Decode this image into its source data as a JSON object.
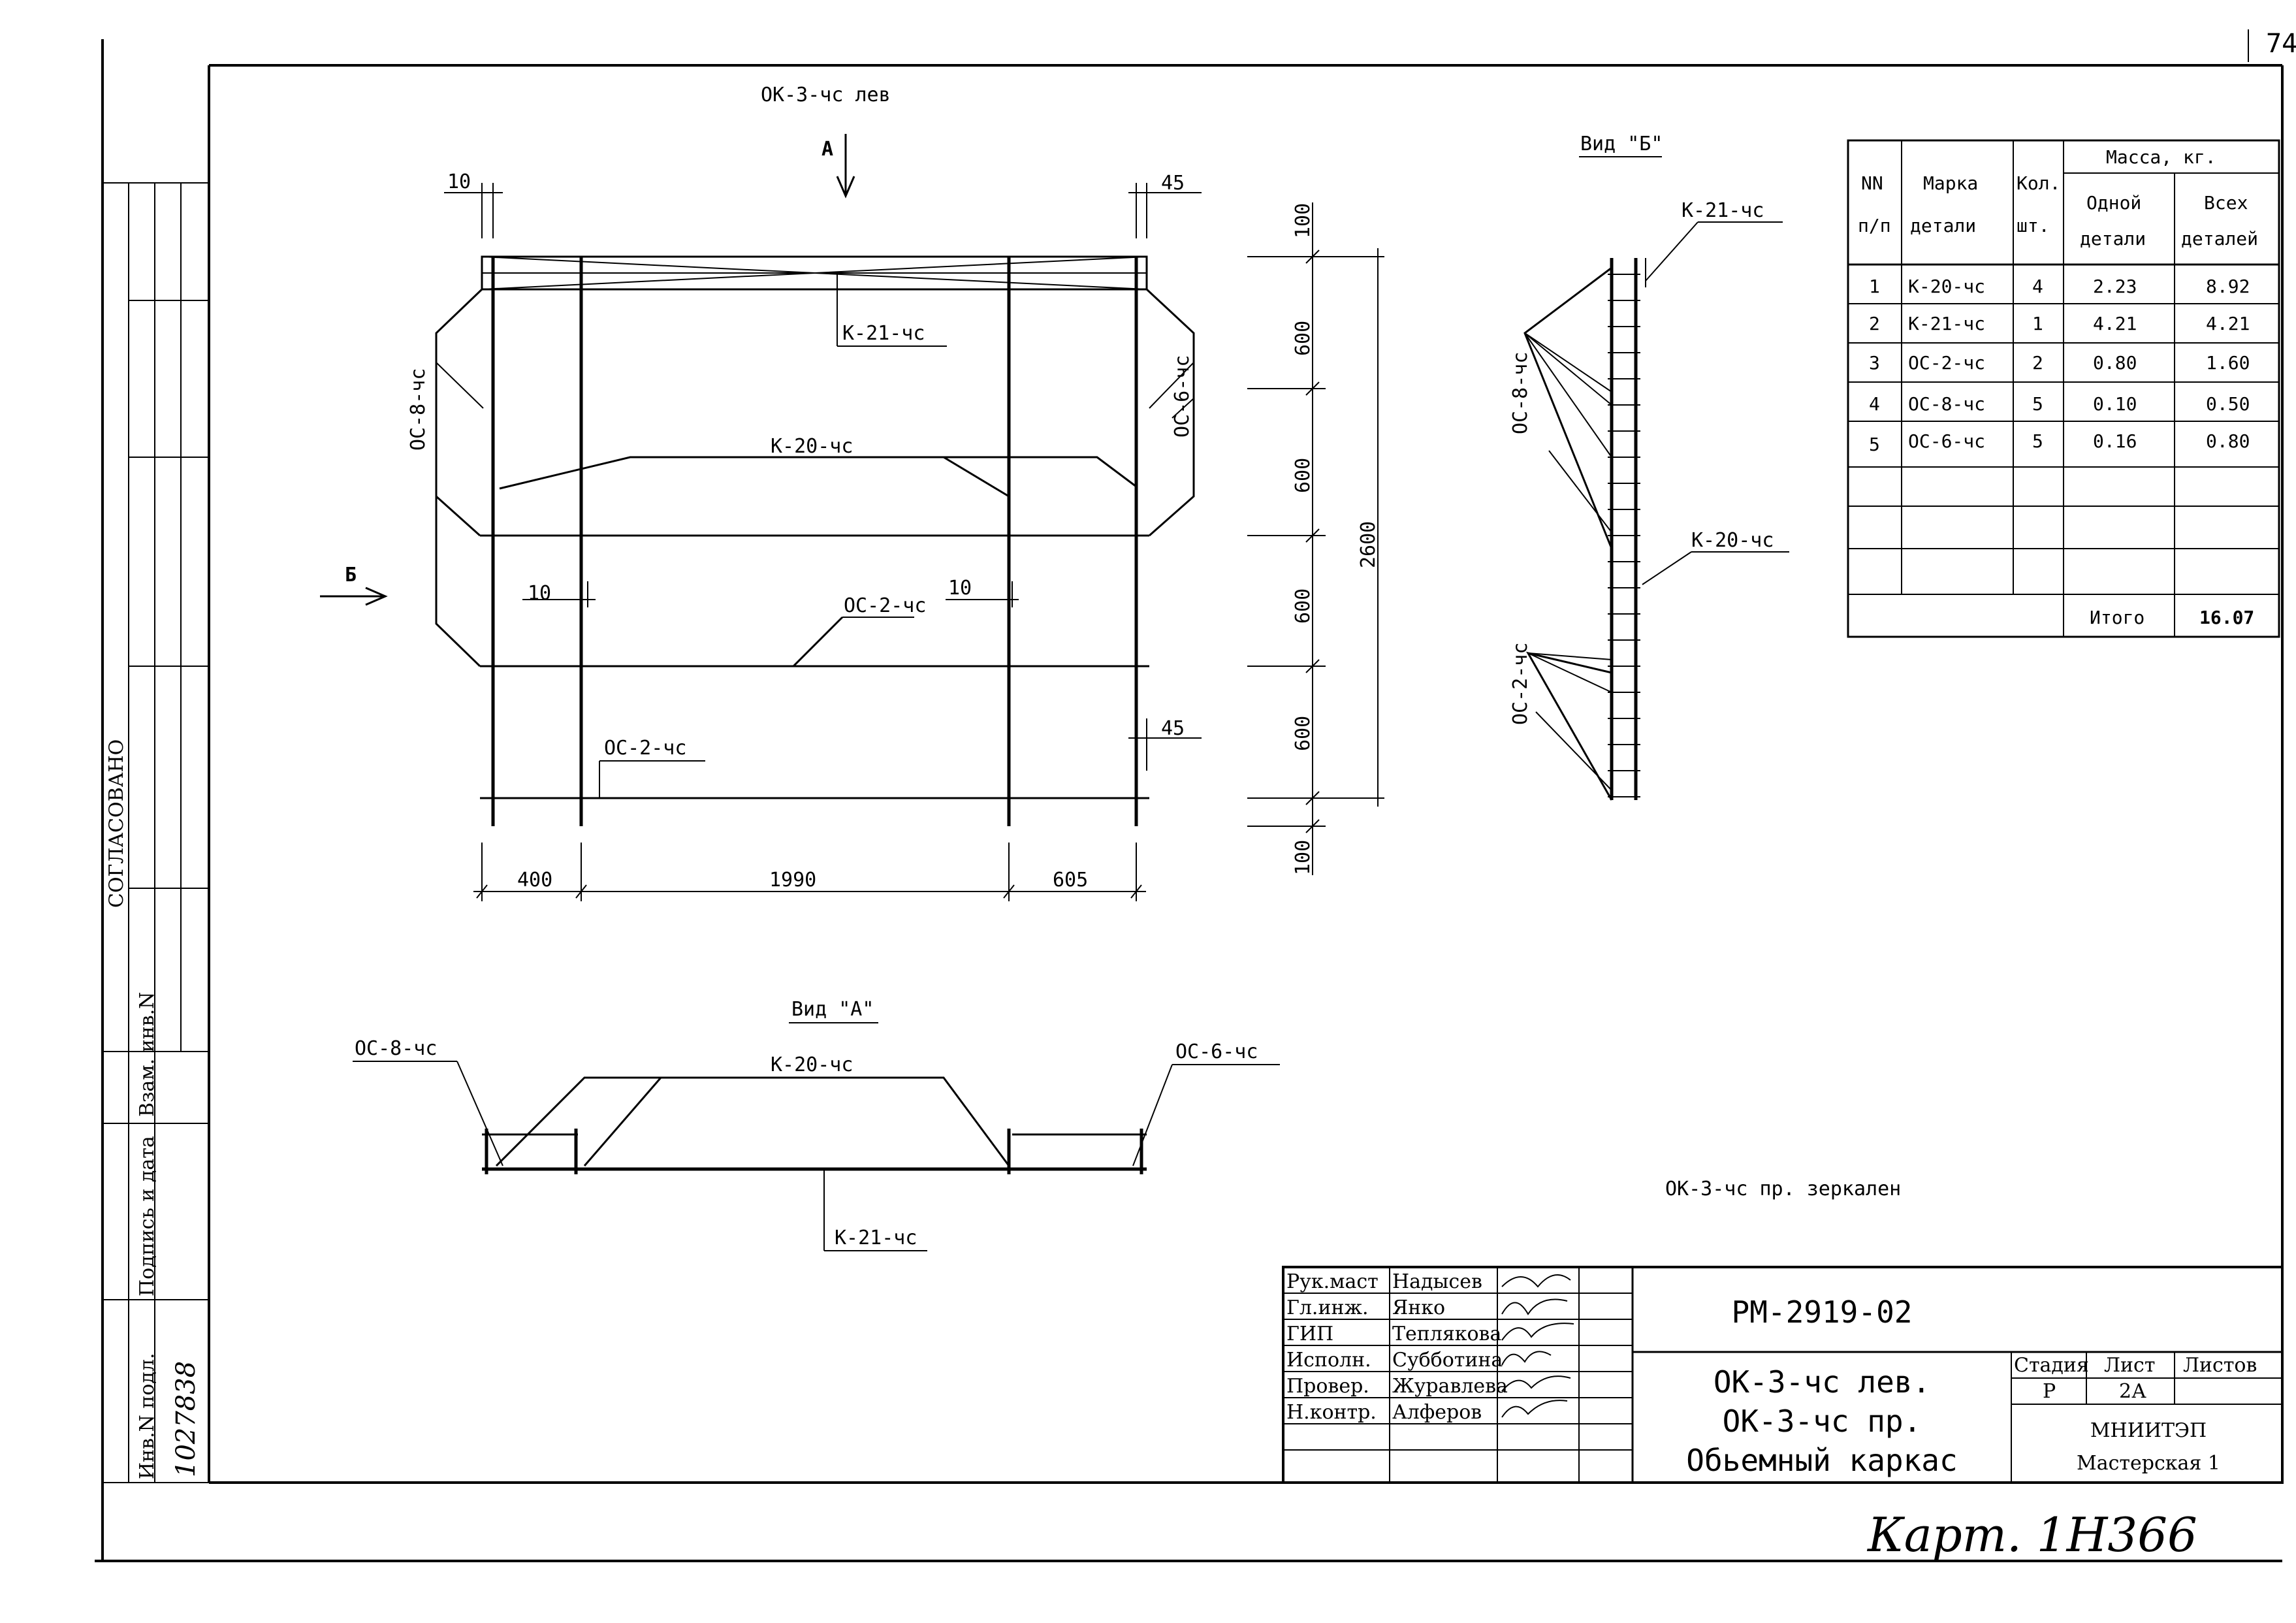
{
  "sheet_number": "74",
  "headings": {
    "main_view": "ОК-3-чс лев",
    "view_a": "Вид \"А\"",
    "view_b": "Вид \"Б\"",
    "mirror_note": "ОК-3-чс пр. зеркален"
  },
  "arrows": {
    "a": "А",
    "b": "Б"
  },
  "front_view": {
    "labels": {
      "k21": "К-21-чс",
      "k20": "К-20-чс",
      "os2_mid": "ОС-2-чс",
      "os2_bottom": "ОС-2-чс",
      "os8": "ОС-8-чс",
      "os6": "ОС-6-чс"
    },
    "dims": {
      "d10_top": "10",
      "d45_top": "45",
      "d10_left": "10",
      "d10_right": "10",
      "d45_bottom": "45",
      "b400": "400",
      "b1990": "1990",
      "b605": "605"
    }
  },
  "vertical_dims": {
    "v100_top": "100",
    "v600_1": "600",
    "v600_2": "600",
    "v600_3": "600",
    "v600_4": "600",
    "v100_bottom": "100",
    "total": "2600"
  },
  "side_view": {
    "k21": "К-21-чс",
    "os8": "ОС-8-чс",
    "k20": "К-20-чс",
    "os2": "ОС-2-чс"
  },
  "plan_view": {
    "os8": "ОС-8-чс",
    "k20": "К-20-чс",
    "os6": "ОС-6-чс",
    "k21": "К-21-чс"
  },
  "spec_table": {
    "headers": {
      "nn": "NN",
      "nn2": "п/п",
      "mark": "Марка",
      "mark2": "детали",
      "qty": "Кол.",
      "qty2": "шт.",
      "mass": "Масса, кг.",
      "one": "Одной",
      "one2": "детали",
      "all": "Всех",
      "all2": "деталей"
    },
    "rows": [
      {
        "n": "1",
        "mark": "К-20-чс",
        "qty": "4",
        "one": "2.23",
        "all": "8.92"
      },
      {
        "n": "2",
        "mark": "К-21-чс",
        "qty": "1",
        "one": "4.21",
        "all": "4.21"
      },
      {
        "n": "3",
        "mark": "ОС-2-чс",
        "qty": "2",
        "one": "0.80",
        "all": "1.60"
      },
      {
        "n": "4",
        "mark": "ОС-8-чс",
        "qty": "5",
        "one": "0.10",
        "all": "0.50"
      },
      {
        "n": "5",
        "mark": "ОС-6-чс",
        "qty": "5",
        "one": "0.16",
        "all": "0.80"
      }
    ],
    "total_label": "Итого",
    "total_value": "16.07"
  },
  "left_strip": {
    "approved": "СОГЛАСОВАНО",
    "inv_orig": "Инв.N подл.",
    "signature_date": "Подпись и дата",
    "replace_inv": "Взам. инв.N",
    "inv_value": "1027838"
  },
  "title_block": {
    "doc_code": "РМ-2919-02",
    "title_line1": "ОК-3-чс лев.",
    "title_line2": "ОК-3-чс пр.",
    "title_line3": "Обьемный каркас",
    "stage_header": "Стадия",
    "sheet_header": "Лист",
    "sheets_header": "Листов",
    "stage": "Р",
    "sheet": "2А",
    "sheets": "",
    "org": "МНИИТЭП",
    "workshop": "Мастерская 1",
    "roles": [
      {
        "role": "Рук.маст",
        "name": "Надысев"
      },
      {
        "role": "Гл.инж.",
        "name": "Янко"
      },
      {
        "role": "ГИП",
        "name": "Теплякова"
      },
      {
        "role": "Исполн.",
        "name": "Субботина"
      },
      {
        "role": "Провер.",
        "name": "Журавлева"
      },
      {
        "role": "Н.контр.",
        "name": "Алферов"
      }
    ]
  },
  "archive_stamp": "Карт. 1Н366"
}
